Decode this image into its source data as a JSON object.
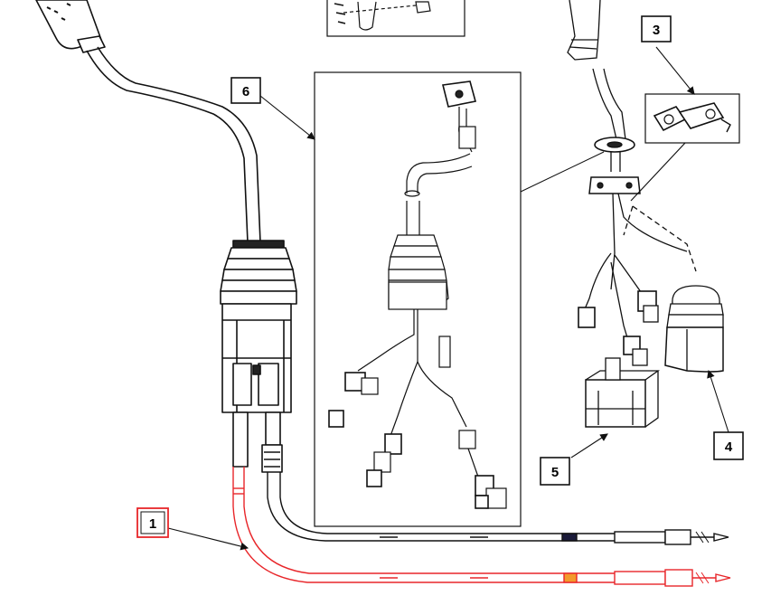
{
  "diagram": {
    "background": "#ffffff",
    "line_color": "#111111",
    "highlight_color": "#e8262a",
    "highlight_fill": "#f39a2c",
    "callouts": [
      {
        "id": "callout-1",
        "label": "1",
        "highlighted": true
      },
      {
        "id": "callout-3",
        "label": "3",
        "highlighted": false
      },
      {
        "id": "callout-4",
        "label": "4",
        "highlighted": false
      },
      {
        "id": "callout-5",
        "label": "5",
        "highlighted": false
      },
      {
        "id": "callout-6",
        "label": "6",
        "highlighted": false
      }
    ]
  }
}
